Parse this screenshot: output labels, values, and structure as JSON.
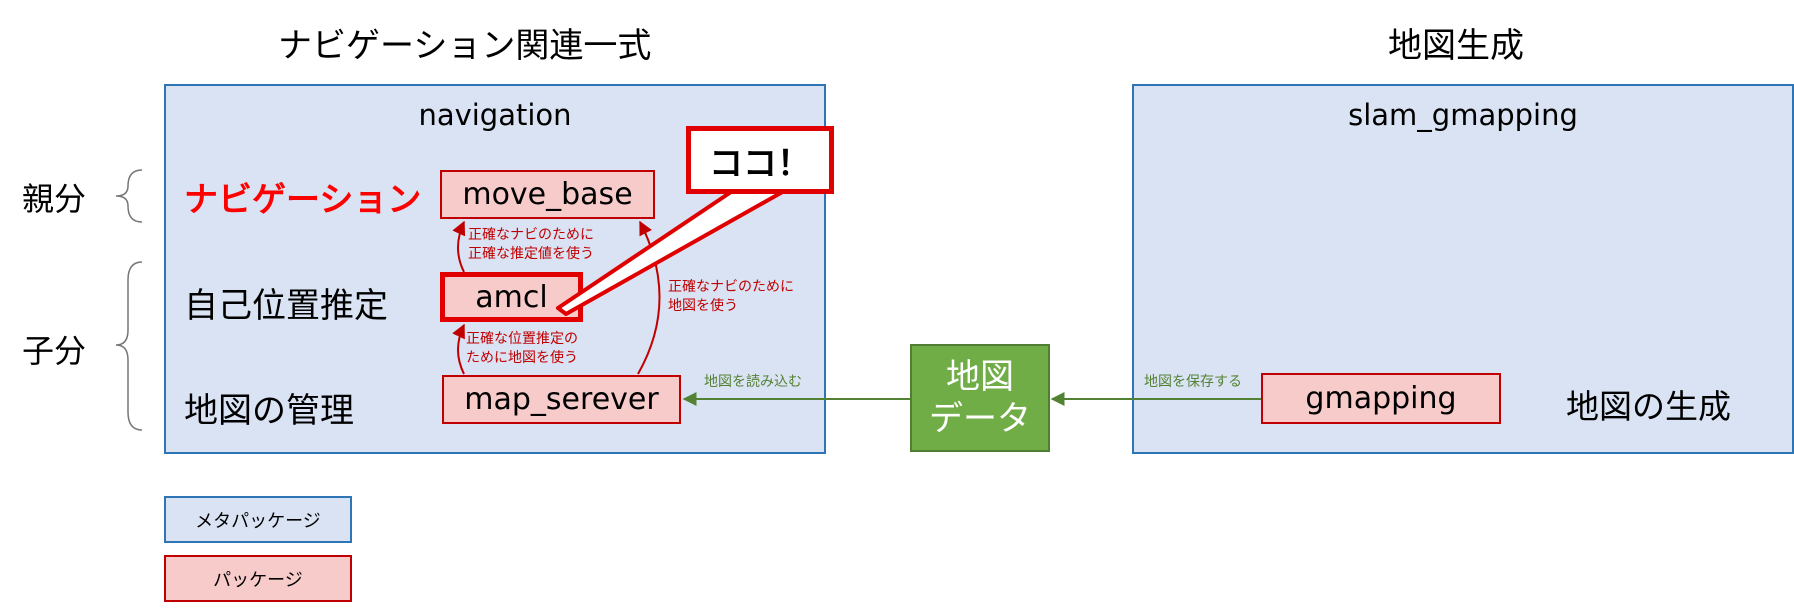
{
  "titles": {
    "left": "ナビゲーション関連一式",
    "right": "地図生成"
  },
  "navigation": {
    "name": "navigation",
    "ranks": {
      "parent": "親分",
      "child": "子分"
    },
    "roles": {
      "navigation": "ナビゲーション",
      "localization": "自己位置推定",
      "map_management": "地図の管理"
    },
    "packages": {
      "move_base": "move_base",
      "amcl": "amcl",
      "map_server": "map_serever"
    },
    "notes": {
      "amcl_to_move_base": [
        "正確なナビのために",
        "正確な推定値を使う"
      ],
      "map_to_amcl": [
        "正確な位置推定の",
        "ために地図を使う"
      ],
      "map_to_move_base": [
        "正確なナビのために",
        "地図を使う"
      ]
    }
  },
  "callout": {
    "text": "ココ！"
  },
  "map_data": {
    "line1": "地図",
    "line2": "データ",
    "load_label": "地図を読み込む",
    "save_label": "地図を保存する"
  },
  "slam": {
    "name": "slam_gmapping",
    "package": "gmapping",
    "role": "地図の生成"
  },
  "legend": {
    "meta_package": "メタパッケージ",
    "package": "パッケージ"
  },
  "colors": {
    "meta_fill": "#dae3f3",
    "meta_border": "#2e75b6",
    "pkg_fill": "#f8cbcb",
    "pkg_border": "#c00000",
    "data_fill": "#70ad47",
    "highlight": "#e00000"
  }
}
